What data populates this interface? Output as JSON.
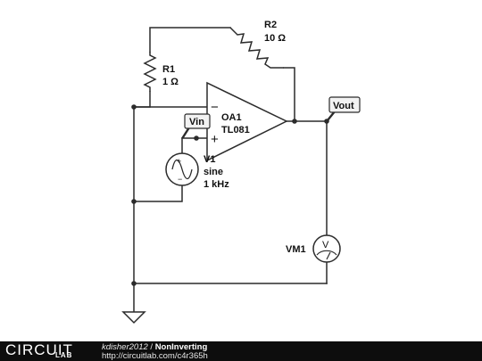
{
  "components": {
    "r1": {
      "name": "R1",
      "value": "1 Ω"
    },
    "r2": {
      "name": "R2",
      "value": "10 Ω"
    },
    "opamp": {
      "name": "OA1",
      "model": "TL081",
      "inverting_symbol": "−",
      "noninverting_symbol": "+"
    },
    "source": {
      "name": "V1",
      "type": "sine",
      "freq": "1 kHz",
      "plus_symbol": "+",
      "minus_symbol": "−"
    },
    "voltmeter": {
      "name": "VM1",
      "symbol": "V"
    }
  },
  "probes": {
    "vin": "Vin",
    "vout": "Vout"
  },
  "footer": {
    "logo_top": "CIRCUIT",
    "logo_bottom": "LAB",
    "author": "kdisher2012",
    "separator": " / ",
    "title": "NonInverting",
    "url": "http://circuitlab.com/c4r365h"
  },
  "colors": {
    "background": "#ffffff",
    "wire": "#2b2b2b",
    "footer_bg": "#0d0d0d"
  }
}
